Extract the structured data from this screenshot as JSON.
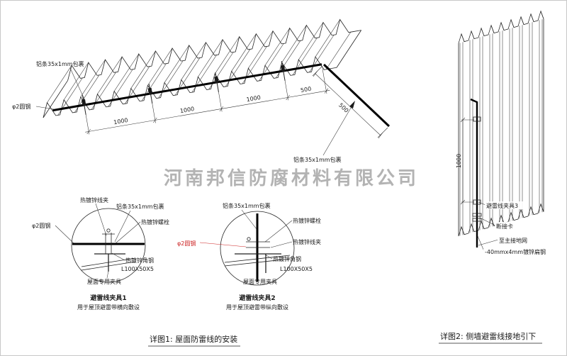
{
  "watermark": "河南邦信防腐材料有限公司",
  "roof": {
    "label_strip_top": "铝条35x1mm包裹",
    "label_round_steel": "φ2圆钢",
    "label_strip_right": "铝条35x1mm包裹",
    "dim_1": "1000",
    "dim_2": "1000",
    "dim_3": "1000",
    "dim_4": "500",
    "dim_slope": "500"
  },
  "detail1": {
    "label_wire_clip": "热镀锌线夹",
    "label_strip": "铝条35x1mm包裹",
    "label_bolt": "热镀锌螺栓",
    "label_round_steel": "φ2圆钢",
    "label_angle": "热镀锌角钢",
    "label_angle_size": "L100X50X5",
    "label_fixture": "屋面专用夹具",
    "title": "避雷线夹具1",
    "subtitle": "用于屋顶避雷带横向敷设"
  },
  "detail2": {
    "label_strip": "铝条35x1mm包裹",
    "label_bolt": "热镀锌螺栓",
    "label_round_steel": "φ2圆钢",
    "label_wire_clip": "热镀锌线夹",
    "label_angle": "热镀锌角钢",
    "label_angle_size": "L100X50X5",
    "label_fixture": "屋面专用夹具",
    "title": "避雷线夹具2",
    "subtitle": "用于屋顶避雷带纵向敷设"
  },
  "wall": {
    "dim": "1000",
    "label_clamp3": "避雷线夹具3",
    "label_disconnect": "断接卡",
    "label_to_ground": "至主接地网",
    "label_flat_steel": "-40mmx4mm镀锌扁钢"
  },
  "captions": {
    "fig1": "详图1: 屋面防雷线的安装",
    "fig2": "详图2: 侧墙避雷线接地引下"
  },
  "colors": {
    "ink": "#1a1a1a",
    "red": "#cc2222",
    "watermark": "#a6a6a6"
  }
}
